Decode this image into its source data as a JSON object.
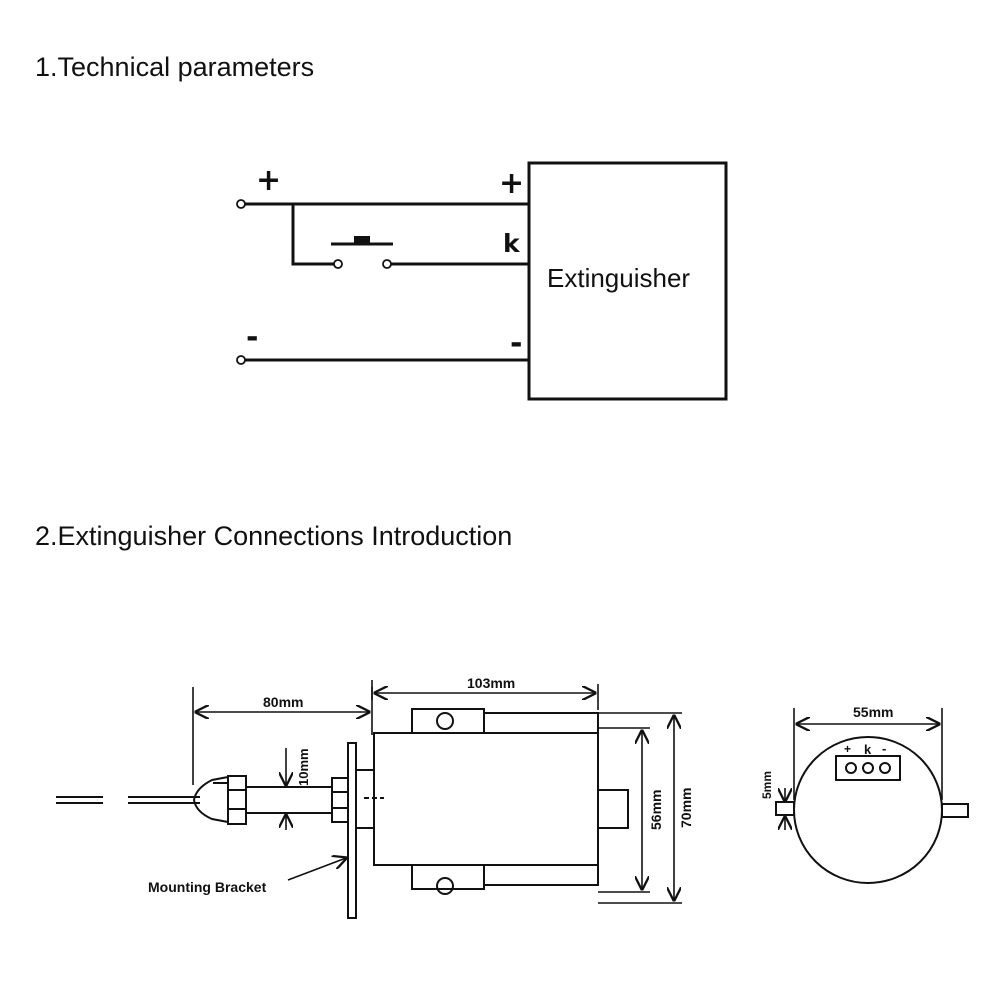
{
  "section1": {
    "title": "1.Technical parameters",
    "terminal_plus": "+",
    "terminal_minus": "-",
    "box_plus": "+",
    "box_k": "k",
    "box_minus": "-",
    "box_label": "Extinguisher"
  },
  "section2": {
    "title": "2.Extinguisher Connections Introduction",
    "dim_80": "80mm",
    "dim_103": "103mm",
    "dim_10": "10mm",
    "dim_56": "56mm",
    "dim_70": "70mm",
    "dim_55": "55mm",
    "dim_5": "5mm",
    "mounting_bracket": "Mounting Bracket",
    "term_plus": "+",
    "term_k": "k",
    "term_minus": "-"
  }
}
